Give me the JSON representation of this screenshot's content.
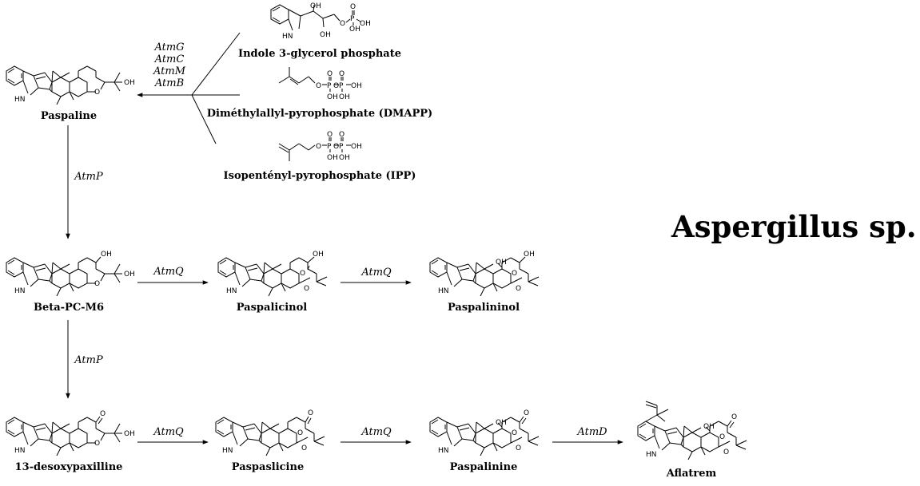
{
  "organism": "Aspergillus sp.",
  "substrates": {
    "indole": {
      "name": "Indole 3-glycerol phosphate",
      "atoms": [
        "OH",
        "OH",
        "O",
        "P",
        "O",
        "OH",
        "OH",
        "HN"
      ]
    },
    "dmapp": {
      "name": "Diméthylallyl-pyrophosphate (DMAPP)",
      "atoms": [
        "O",
        "O",
        "O",
        "P",
        "O",
        "P",
        "OH",
        "OH",
        "OH"
      ]
    },
    "ipp": {
      "name": "Isopentényl-pyrophosphate (IPP)",
      "atoms": [
        "O",
        "O",
        "O",
        "P",
        "O",
        "P",
        "OH",
        "OH",
        "OH"
      ]
    }
  },
  "compounds": {
    "paspaline": {
      "name": "Paspaline",
      "atoms": [
        "HN",
        "O",
        "OH"
      ]
    },
    "betapc": {
      "name": "Beta-PC-M6",
      "atoms": [
        "HN",
        "O",
        "OH",
        "OH"
      ]
    },
    "paspalicinol": {
      "name": "Paspalicinol",
      "atoms": [
        "HN",
        "O",
        "O",
        "OH"
      ]
    },
    "paspalininol": {
      "name": "Paspalininol",
      "atoms": [
        "HN",
        "O",
        "O",
        "OH",
        "OH"
      ]
    },
    "desoxy": {
      "name": "13-desoxypaxilline",
      "atoms": [
        "HN",
        "O",
        "O",
        "OH"
      ]
    },
    "paspaslicine": {
      "name": "Paspaslicine",
      "atoms": [
        "HN",
        "O",
        "O",
        "O"
      ]
    },
    "paspalinine": {
      "name": "Paspalinine",
      "atoms": [
        "HN",
        "O",
        "O",
        "O",
        "OH"
      ]
    },
    "aflatrem": {
      "name": "Aflatrem",
      "atoms": [
        "HN",
        "O",
        "O",
        "O",
        "OH"
      ]
    }
  },
  "enzymes": {
    "first_step": [
      "AtmG",
      "AtmC",
      "AtmM",
      "AtmB"
    ],
    "p1": "AtmP",
    "q1": "AtmQ",
    "q2": "AtmQ",
    "p2": "AtmP",
    "q3": "AtmQ",
    "q4": "AtmQ",
    "d": "AtmD"
  }
}
